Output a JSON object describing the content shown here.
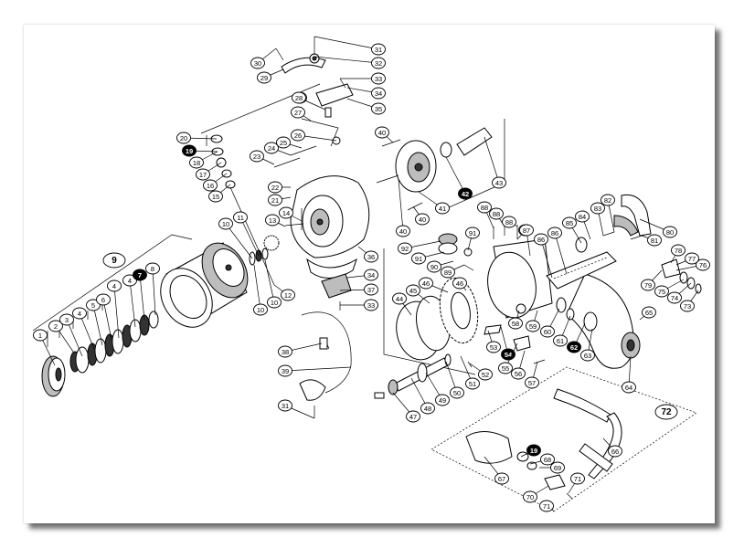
{
  "diagram": {
    "kit_label_spool": "9",
    "kit_label_handle": "72",
    "parts": [
      {
        "id": "p1",
        "label": "1"
      },
      {
        "id": "p2",
        "label": "2"
      },
      {
        "id": "p3",
        "label": "3"
      },
      {
        "id": "p4",
        "label": "4"
      },
      {
        "id": "p4b",
        "label": "4"
      },
      {
        "id": "p5",
        "label": "5"
      },
      {
        "id": "p6",
        "label": "6"
      },
      {
        "id": "p4c",
        "label": "4"
      },
      {
        "id": "p7",
        "label": "7",
        "style": "filled"
      },
      {
        "id": "p8",
        "label": "8"
      },
      {
        "id": "p10a",
        "label": "10"
      },
      {
        "id": "p11",
        "label": "11"
      },
      {
        "id": "p10b",
        "label": "10"
      },
      {
        "id": "p10c",
        "label": "10"
      },
      {
        "id": "p12",
        "label": "12"
      },
      {
        "id": "p13",
        "label": "13"
      },
      {
        "id": "p14",
        "label": "14"
      },
      {
        "id": "p15",
        "label": "15"
      },
      {
        "id": "p16",
        "label": "16"
      },
      {
        "id": "p17",
        "label": "17"
      },
      {
        "id": "p18",
        "label": "18"
      },
      {
        "id": "p19",
        "label": "19",
        "style": "filled"
      },
      {
        "id": "p20",
        "label": "20"
      },
      {
        "id": "p21",
        "label": "21"
      },
      {
        "id": "p22",
        "label": "22"
      },
      {
        "id": "p23",
        "label": "23"
      },
      {
        "id": "p24",
        "label": "24"
      },
      {
        "id": "p25",
        "label": "25"
      },
      {
        "id": "p26",
        "label": "26"
      },
      {
        "id": "p26b",
        "label": "26"
      },
      {
        "id": "p27",
        "label": "27"
      },
      {
        "id": "p28",
        "label": "28"
      },
      {
        "id": "p29",
        "label": "29"
      },
      {
        "id": "p30",
        "label": "30"
      },
      {
        "id": "p31",
        "label": "31"
      },
      {
        "id": "p32",
        "label": "32"
      },
      {
        "id": "p33",
        "label": "33"
      },
      {
        "id": "p34",
        "label": "34"
      },
      {
        "id": "p35",
        "label": "35"
      },
      {
        "id": "p36",
        "label": "36"
      },
      {
        "id": "p34b",
        "label": "34"
      },
      {
        "id": "p37",
        "label": "37"
      },
      {
        "id": "p33b",
        "label": "33"
      },
      {
        "id": "p38",
        "label": "38"
      },
      {
        "id": "p39",
        "label": "39"
      },
      {
        "id": "p31b",
        "label": "31"
      },
      {
        "id": "p40",
        "label": "40"
      },
      {
        "id": "p41",
        "label": "41"
      },
      {
        "id": "p42",
        "label": "42",
        "style": "filled"
      },
      {
        "id": "p43",
        "label": "43"
      },
      {
        "id": "p40b",
        "label": "40"
      },
      {
        "id": "p40c",
        "label": "40"
      },
      {
        "id": "p44",
        "label": "44"
      },
      {
        "id": "p45",
        "label": "45"
      },
      {
        "id": "p46",
        "label": "46"
      },
      {
        "id": "p46b",
        "label": "46"
      },
      {
        "id": "p47",
        "label": "47"
      },
      {
        "id": "p48",
        "label": "48"
      },
      {
        "id": "p49",
        "label": "49"
      },
      {
        "id": "p50",
        "label": "50"
      },
      {
        "id": "p51",
        "label": "51"
      },
      {
        "id": "p52",
        "label": "52"
      },
      {
        "id": "p53",
        "label": "53"
      },
      {
        "id": "p54",
        "label": "54",
        "style": "filled"
      },
      {
        "id": "p55",
        "label": "55"
      },
      {
        "id": "p56",
        "label": "56"
      },
      {
        "id": "p57",
        "label": "57"
      },
      {
        "id": "p58",
        "label": "58"
      },
      {
        "id": "p59",
        "label": "59"
      },
      {
        "id": "p60",
        "label": "60"
      },
      {
        "id": "p61",
        "label": "61"
      },
      {
        "id": "p62",
        "label": "62",
        "style": "filled"
      },
      {
        "id": "p63",
        "label": "63"
      },
      {
        "id": "p64",
        "label": "64"
      },
      {
        "id": "p65",
        "label": "65"
      },
      {
        "id": "p66",
        "label": "66"
      },
      {
        "id": "p67",
        "label": "67"
      },
      {
        "id": "p67b",
        "label": "67"
      },
      {
        "id": "p68",
        "label": "68"
      },
      {
        "id": "p69",
        "label": "69"
      },
      {
        "id": "p70",
        "label": "70"
      },
      {
        "id": "p71",
        "label": "71"
      },
      {
        "id": "p71b",
        "label": "71"
      },
      {
        "id": "p19b",
        "label": "19",
        "style": "filled"
      },
      {
        "id": "p73",
        "label": "73"
      },
      {
        "id": "p74",
        "label": "74"
      },
      {
        "id": "p75",
        "label": "75"
      },
      {
        "id": "p76",
        "label": "76"
      },
      {
        "id": "p77",
        "label": "77"
      },
      {
        "id": "p78",
        "label": "78"
      },
      {
        "id": "p79",
        "label": "79"
      },
      {
        "id": "p80",
        "label": "80"
      },
      {
        "id": "p81",
        "label": "81"
      },
      {
        "id": "p82",
        "label": "82"
      },
      {
        "id": "p83",
        "label": "83"
      },
      {
        "id": "p84",
        "label": "84"
      },
      {
        "id": "p85",
        "label": "85"
      },
      {
        "id": "p86",
        "label": "86"
      },
      {
        "id": "p86b",
        "label": "86"
      },
      {
        "id": "p87",
        "label": "87"
      },
      {
        "id": "p88",
        "label": "88"
      },
      {
        "id": "p88b",
        "label": "88"
      },
      {
        "id": "p88c",
        "label": "88"
      },
      {
        "id": "p89",
        "label": "89"
      },
      {
        "id": "p90",
        "label": "90"
      },
      {
        "id": "p91",
        "label": "91"
      },
      {
        "id": "p91b",
        "label": "91"
      },
      {
        "id": "p92",
        "label": "92"
      }
    ]
  }
}
